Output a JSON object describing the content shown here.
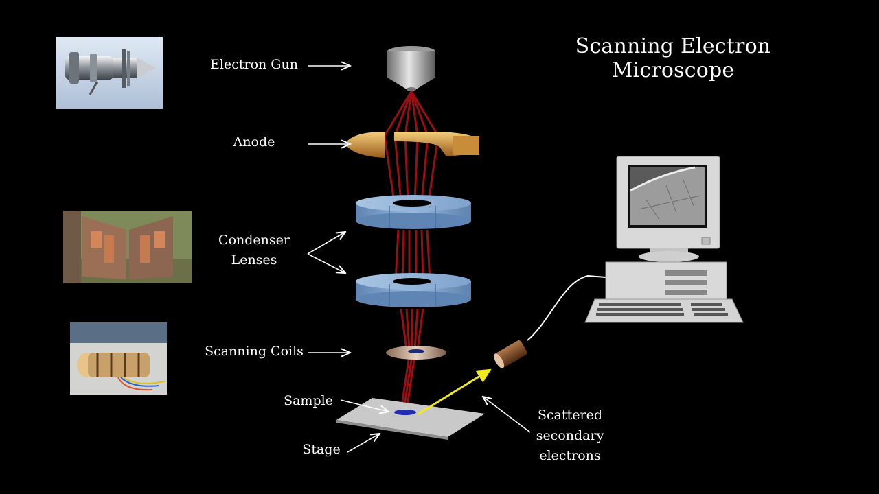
{
  "title": "Scanning Electron Microscope",
  "labels": {
    "electron_gun": "Electron Gun",
    "anode": "Anode",
    "condenser_lenses": [
      "Condenser",
      "Lenses"
    ],
    "scanning_coils": "Scanning Coils",
    "sample": "Sample",
    "stage": "Stage",
    "scattered": [
      "Scattered",
      "secondary",
      "electrons"
    ]
  },
  "colors": {
    "background": "#000000",
    "beam": "#9a0f14",
    "secondary_beam": "#f2ea1a",
    "anode": "#d9a441",
    "lens": "#8fb3d9",
    "text": "#ffffff"
  },
  "photos": [
    "electron-gun-photo",
    "condenser-lens-photo",
    "scanning-coil-photo"
  ]
}
